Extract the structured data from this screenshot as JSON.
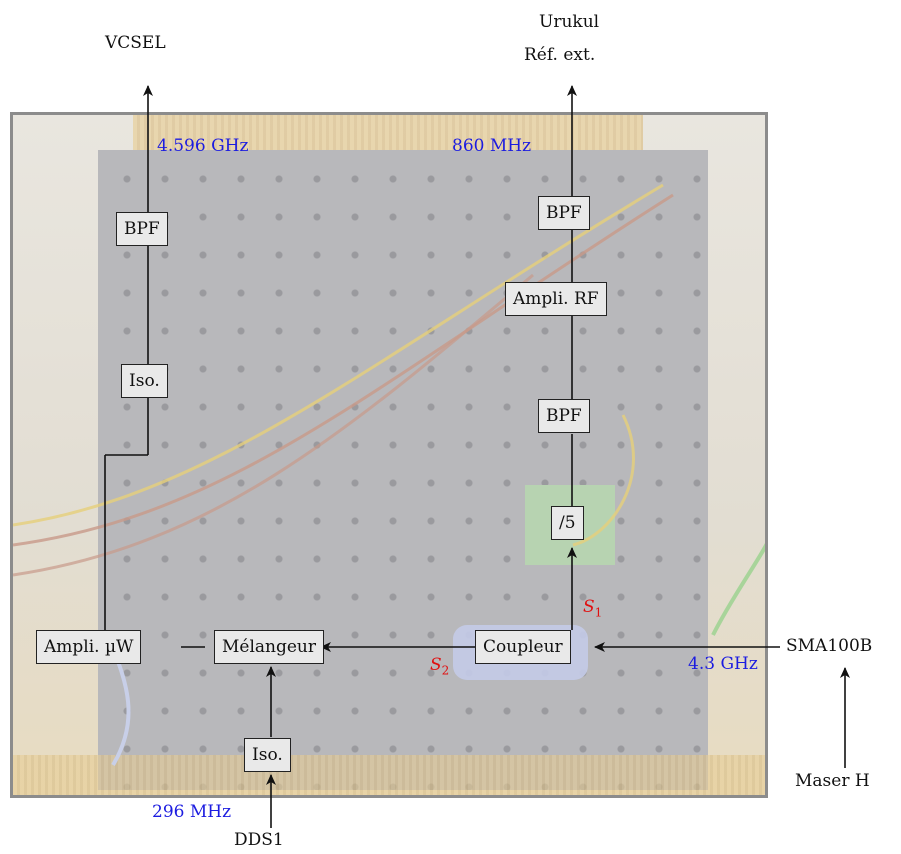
{
  "labels": {
    "vcsel": "VCSEL",
    "urukul": "Urukul",
    "ref_ext": "Réf. ext.",
    "sma100b": "SMA100B",
    "maser": "Maser H",
    "dds1": "DDS1"
  },
  "frequencies": {
    "f_vcsel": "4.596 GHz",
    "f_urukul": "860 MHz",
    "f_sma": "4.3 GHz",
    "f_dds": "296 MHz"
  },
  "signals": {
    "s1": "S",
    "s1_sub": "1",
    "s2": "S",
    "s2_sub": "2"
  },
  "boxes": {
    "bpf_left": "BPF",
    "iso_left": "Iso.",
    "ampli_uw": "Ampli. µW",
    "melangeur": "Mélangeur",
    "iso_bottom": "Iso.",
    "coupleur": "Coupleur",
    "div5": "/5",
    "bpf_right_lower": "BPF",
    "ampli_rf": "Ampli. RF",
    "bpf_right_upper": "BPF"
  },
  "colors": {
    "frequency_label": "#1c1ce0",
    "signal_label": "#e01010",
    "line": "#111111"
  }
}
